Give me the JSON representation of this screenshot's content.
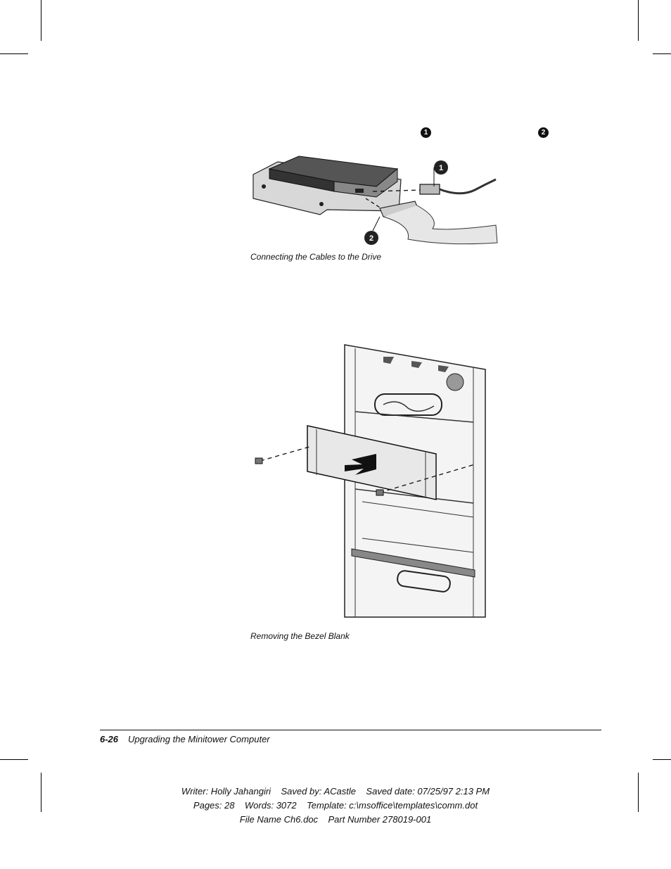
{
  "callouts": {
    "one": "1",
    "two": "2"
  },
  "figure1": {
    "caption": "Connecting the Cables to the Drive",
    "label_1": "1",
    "label_2": "2"
  },
  "figure2": {
    "caption": "Removing the Bezel Blank"
  },
  "footer": {
    "page_number": "6-26",
    "chapter_title": "Upgrading the Minitower Computer"
  },
  "meta": {
    "line1": "Writer: Holly Jahangiri    Saved by: ACastle    Saved date: 07/25/97 2:13 PM",
    "line2": "Pages: 28    Words: 3072    Template: c:\\msoffice\\templates\\comm.dot",
    "line3": "File Name Ch6.doc    Part Number 278019-001"
  }
}
